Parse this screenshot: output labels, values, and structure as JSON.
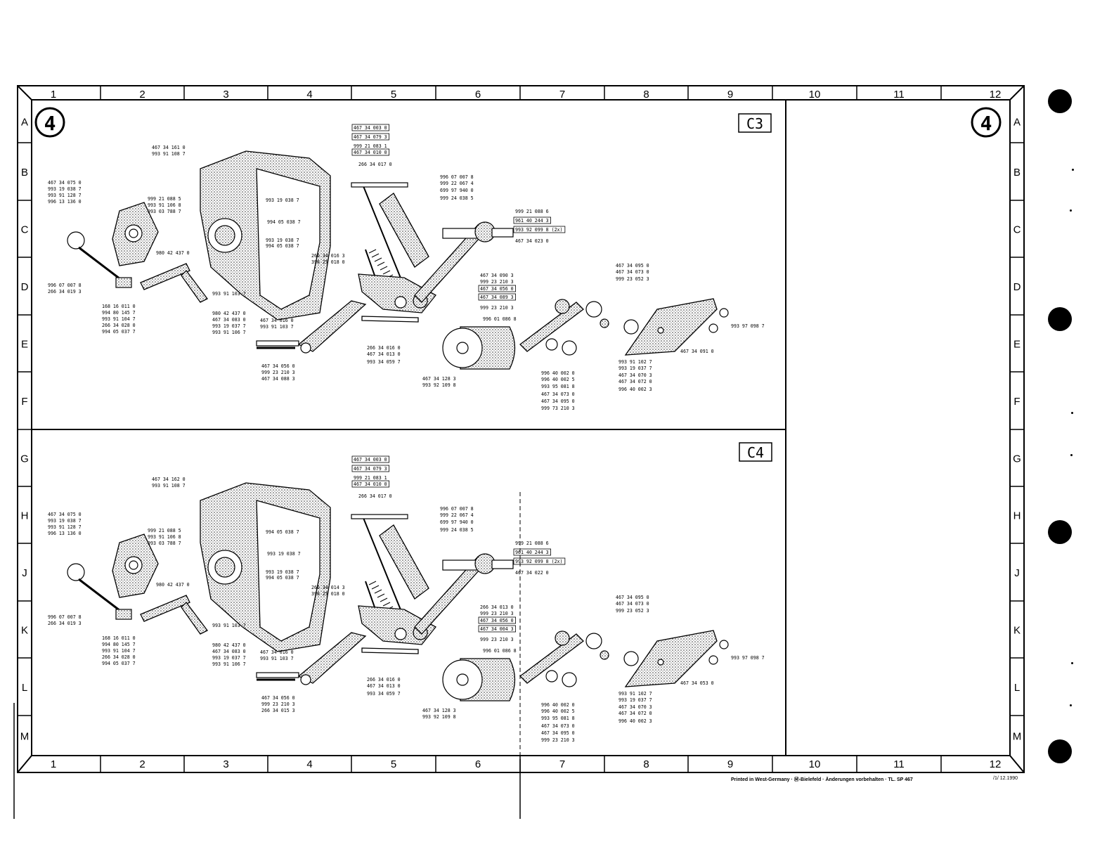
{
  "page": {
    "page_number": "4",
    "footer_left": "Printed in West-Germany · Ⓜ-Bielefeld · Änderungen vorbehalten · TL. SP 467",
    "footer_right": "/1/ 12.1990"
  },
  "grid": {
    "columns": [
      "1",
      "2",
      "3",
      "4",
      "5",
      "6",
      "7",
      "8",
      "9",
      "10",
      "11",
      "12"
    ],
    "rows": [
      "A",
      "B",
      "C",
      "D",
      "E",
      "F",
      "G",
      "H",
      "J",
      "K",
      "L",
      "M"
    ]
  },
  "panels": [
    {
      "title": "C3",
      "labels": [
        "467 34 161 0",
        "993 91 108 7",
        "467 34 075 0",
        "993 19 038 7",
        "993 91 128 7",
        "996 13 136 0",
        "999 21 088 5",
        "993 91 106 8",
        "993 03 788 7",
        "980 42 437 0",
        "996 07 007 8",
        "266 34 019 3",
        "168 16 011 0",
        "994 80 145 7",
        "993 91 104 7",
        "266 34 028 0",
        "994 05 037 7",
        "980 42 437 0",
        "467 34 083 0",
        "993 19 037 7",
        "993 91 106 7",
        "467 34 016 0",
        "993 91 103 7",
        "993 91 103 7",
        "993 19 038 7",
        "994 05 038 7",
        "993 19 038 7",
        "994 05 038 7",
        "266 34 016 3",
        "396 25 018 0",
        "467 34 056 0",
        "999 23 210 3",
        "467 34 088 3",
        "467 34 003 0",
        "467 34 079 3",
        "999 21 083 1",
        "467 34 010 0",
        "266 34 017 0",
        "996 07 007 8",
        "999 22 067 4",
        "699 97 940 0",
        "999 24 038 5",
        "999 21 088 6",
        "961 40 244 3",
        "993 92 099 8 (2x)",
        "467 34 023 0",
        "467 34 090 3",
        "999 23 210 3",
        "467 34 056 0",
        "467 34 089 3",
        "999 23 210 3",
        "996 01 086 8",
        "266 34 016 0",
        "467 34 013 0",
        "993 34 059 7",
        "467 34 128 3",
        "993 92 109 8",
        "467 34 095 0",
        "467 34 073 0",
        "999 23 052 3",
        "993 97 098 7",
        "467 34 091 0",
        "993 91 102 7",
        "993 19 037 7",
        "467 34 070 3",
        "467 34 072 0",
        "996 40 002 3",
        "996 40 002 0",
        "996 40 002 5",
        "993 95 081 8",
        "467 34 073 0",
        "467 34 095 0",
        "999 73 210 3"
      ]
    },
    {
      "title": "C4",
      "labels": [
        "467 34 162 0",
        "993 91 108 7",
        "467 34 075 0",
        "993 19 038 7",
        "993 91 128 7",
        "996 13 136 0",
        "999 21 088 5",
        "993 91 106 8",
        "993 03 788 7",
        "980 42 437 0",
        "996 07 007 8",
        "266 34 019 3",
        "168 16 011 0",
        "994 80 145 7",
        "993 91 104 7",
        "266 34 028 0",
        "994 05 037 7",
        "980 42 437 0",
        "467 34 083 0",
        "993 19 037 7",
        "993 91 106 7",
        "467 34 016 0",
        "993 91 103 7",
        "993 91 103 7",
        "994 05 038 7",
        "993 19 038 7",
        "993 19 038 7",
        "994 05 038 7",
        "266 34 014 3",
        "396 25 018 0",
        "467 34 056 0",
        "999 23 210 3",
        "266 34 015 3",
        "467 34 003 0",
        "467 34 079 3",
        "999 21 083 1",
        "467 34 010 0",
        "266 34 017 0",
        "996 07 007 8",
        "999 22 067 4",
        "699 97 940 0",
        "999 24 038 5",
        "999 21 088 6",
        "961 40 244 3",
        "993 92 099 8 (2x)",
        "467 34 022 0",
        "266 34 013 0",
        "999 23 210 3",
        "467 34 056 0",
        "467 34 004 3",
        "999 23 210 3",
        "996 01 086 8",
        "266 34 016 0",
        "467 34 013 0",
        "993 34 059 7",
        "467 34 128 3",
        "993 92 109 8",
        "467 34 095 0",
        "467 34 073 0",
        "999 23 052 3",
        "993 97 098 7",
        "467 34 053 0",
        "993 91 102 7",
        "993 19 037 7",
        "467 34 070 3",
        "467 34 072 0",
        "996 40 002 3",
        "996 40 002 0",
        "996 40 002 5",
        "993 95 081 8",
        "467 34 073 0",
        "467 34 095 0",
        "999 23 210 3"
      ]
    }
  ],
  "colors": {
    "ink": "#000000",
    "paper": "#ffffff",
    "stipple": "#8a8a8a"
  }
}
